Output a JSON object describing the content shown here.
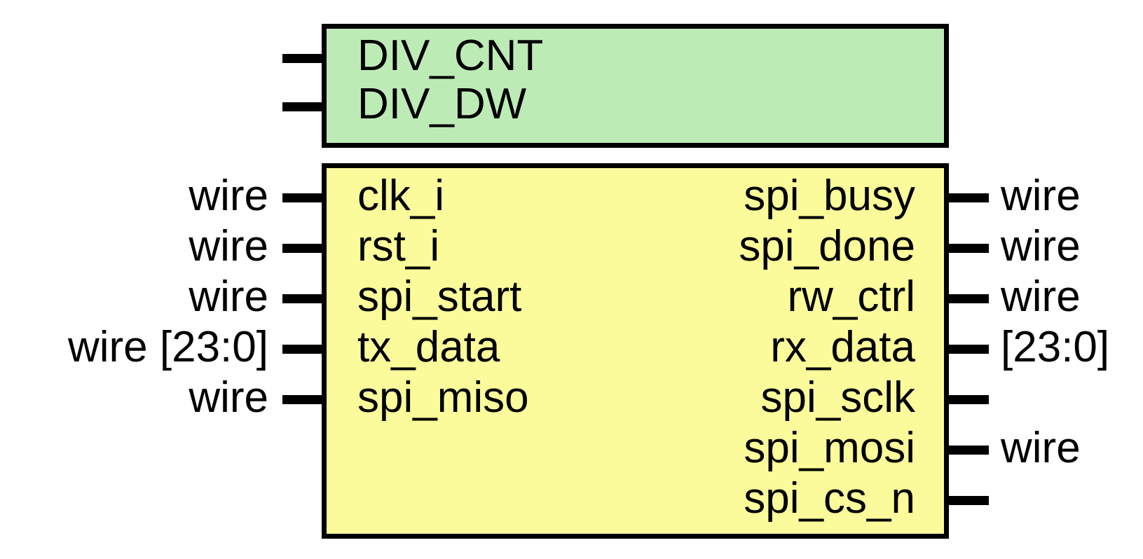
{
  "module": {
    "parameters": [
      "DIV_CNT",
      "DIV_DW"
    ],
    "inputs": [
      {
        "name": "clk_i",
        "type": "wire"
      },
      {
        "name": "rst_i",
        "type": "wire"
      },
      {
        "name": "spi_start",
        "type": "wire"
      },
      {
        "name": "tx_data",
        "type": "wire [23:0]"
      },
      {
        "name": "spi_miso",
        "type": "wire"
      }
    ],
    "outputs": [
      {
        "name": "spi_busy",
        "type": "wire"
      },
      {
        "name": "spi_done",
        "type": "wire"
      },
      {
        "name": "rw_ctrl",
        "type": "wire"
      },
      {
        "name": "rx_data",
        "type": "[23:0]"
      },
      {
        "name": "spi_sclk",
        "type": ""
      },
      {
        "name": "spi_mosi",
        "type": "wire"
      },
      {
        "name": "spi_cs_n",
        "type": ""
      }
    ]
  },
  "colors": {
    "parameter_box": "#bdebb6",
    "port_box": "#fbfb9b",
    "border": "#000000"
  }
}
